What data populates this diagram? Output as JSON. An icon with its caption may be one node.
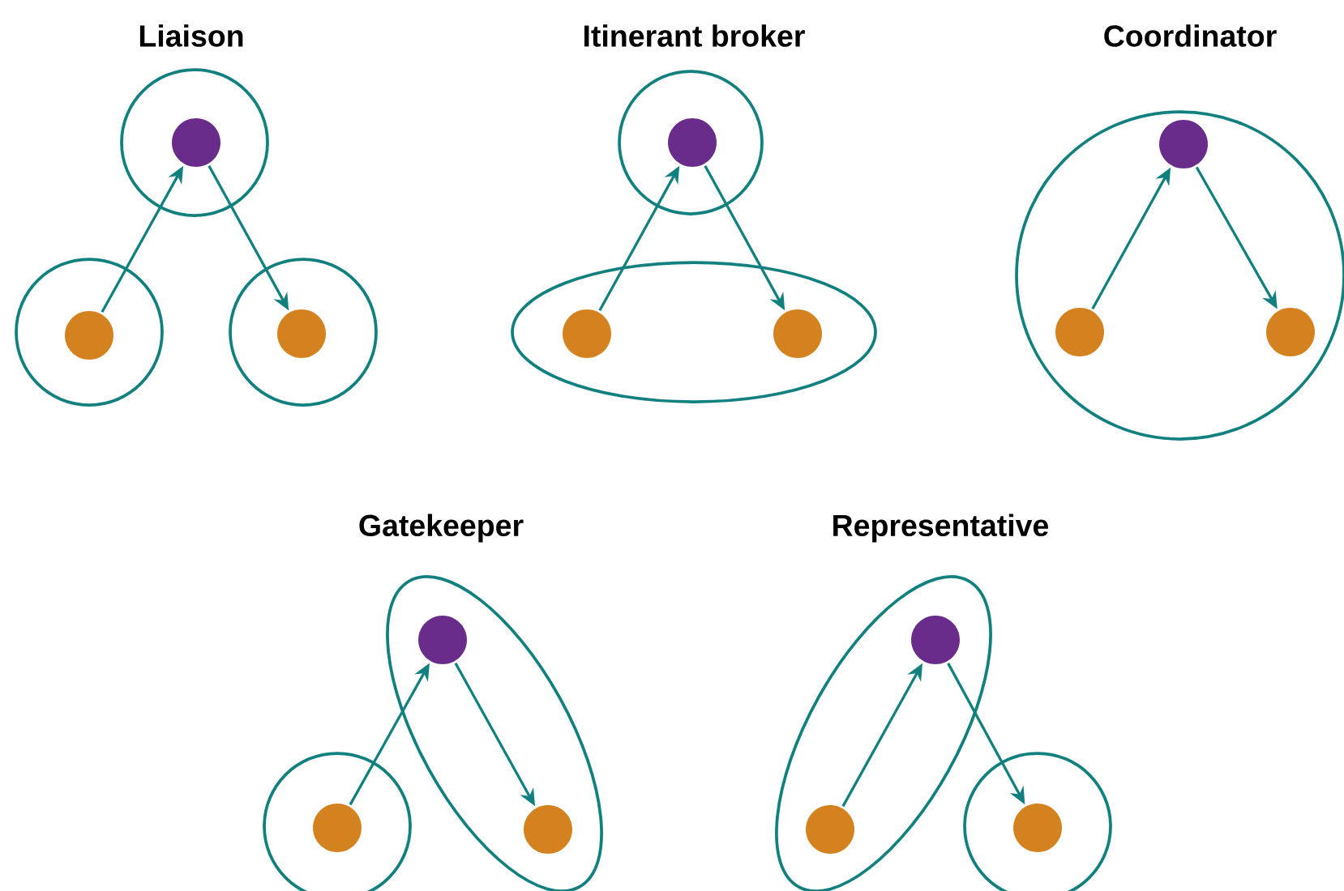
{
  "diagram": {
    "nodes": [
      {
        "text": [],
        "shape": "circle"
      },
      {
        "text": [],
        "shape": "circle",
        "in": 0
      },
      {
        "text": [],
        "shape": "circle"
      },
      {
        "text": [],
        "shape": "circle",
        "in": 2
      },
      {
        "text": [],
        "shape": "circle"
      },
      {
        "text": [],
        "shape": "circle",
        "in": 4
      },
      {
        "text": [],
        "shape": "circle"
      },
      {
        "text": [],
        "shape": "circle",
        "in": 6
      },
      {
        "text": [],
        "shape": "ellipse"
      },
      {
        "text": [],
        "shape": "circle",
        "in": 8
      },
      {
        "text": [],
        "shape": "circle",
        "in": 8
      },
      {
        "text": [],
        "shape": "circle"
      },
      {
        "text": [],
        "shape": "circle",
        "in": 11
      },
      {
        "text": [],
        "shape": "circle",
        "in": 11
      },
      {
        "text": [],
        "shape": "circle",
        "in": 11
      },
      {
        "text": [],
        "shape": "ellipse"
      },
      {
        "text": [],
        "shape": "circle",
        "in": 15
      },
      {
        "text": [],
        "shape": "circle"
      },
      {
        "text": [],
        "shape": "circle",
        "in": 17
      },
      {
        "text": [],
        "shape": "circle",
        "in": 15
      },
      {
        "text": [],
        "shape": "ellipse"
      },
      {
        "text": [],
        "shape": "circle",
        "in": 20
      },
      {
        "text": [],
        "shape": "circle",
        "in": 20
      },
      {
        "text": [],
        "shape": "circle"
      },
      {
        "text": [],
        "shape": "circle",
        "in": 23
      }
    ],
    "edges": [
      {
        "from": 3,
        "to": 1,
        "arrow": "to"
      },
      {
        "from": 1,
        "to": 5,
        "arrow": "to"
      },
      {
        "from": 9,
        "to": 7,
        "arrow": "to"
      },
      {
        "from": 7,
        "to": 10,
        "arrow": "to"
      },
      {
        "from": 13,
        "to": 12,
        "arrow": "to"
      },
      {
        "from": 12,
        "to": 14,
        "arrow": "to"
      },
      {
        "from": 18,
        "to": 16,
        "arrow": "to"
      },
      {
        "from": 16,
        "to": 19,
        "arrow": "to"
      },
      {
        "from": 22,
        "to": 21,
        "arrow": "to"
      },
      {
        "from": 21,
        "to": 24,
        "arrow": "to"
      }
    ],
    "labels": [
      "Liaison",
      "Itinerant broker",
      "Coordinator",
      "Gatekeeper",
      "Representative"
    ]
  }
}
